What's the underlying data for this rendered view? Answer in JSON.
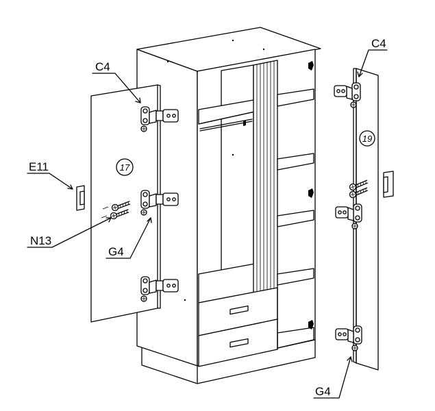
{
  "diagram": {
    "callouts": {
      "c4_left": "C4",
      "c4_right": "C4",
      "e11": "E11",
      "n13": "N13",
      "g4_middle": "G4",
      "g4_bottom": "G4"
    },
    "panel_numbers": {
      "left_door": "17",
      "right_door": "19"
    }
  }
}
